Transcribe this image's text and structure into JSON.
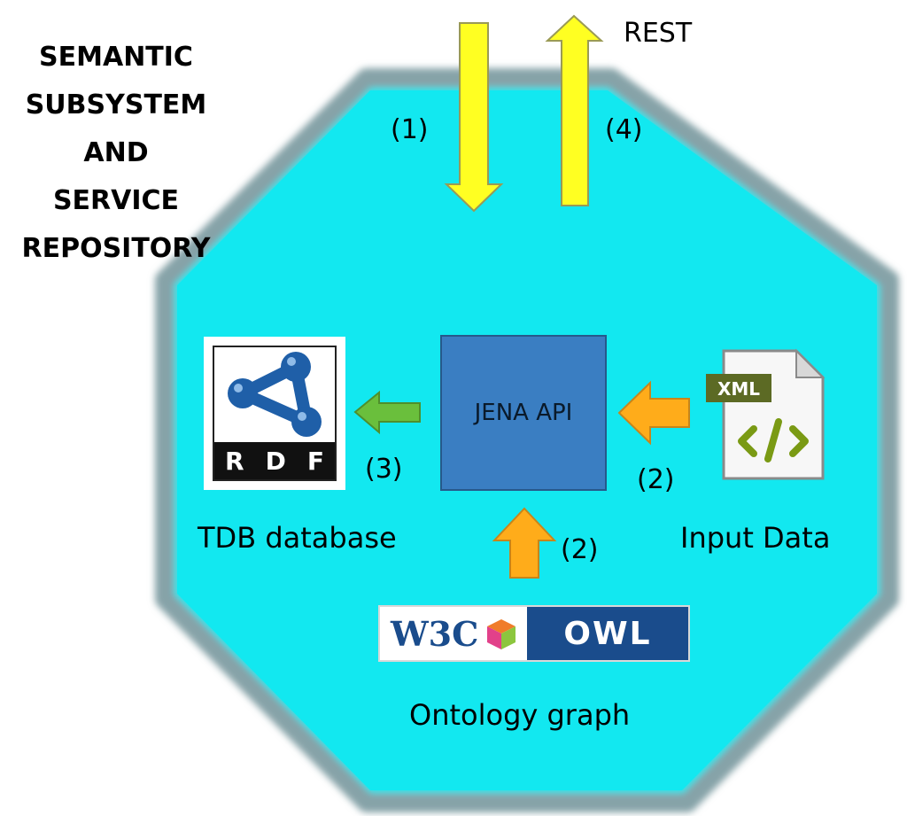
{
  "title_lines": [
    "SEMANTIC",
    "SUBSYSTEM",
    "AND",
    "SERVICE",
    "REPOSITORY"
  ],
  "rest_label": "REST",
  "steps": {
    "request": "(1)",
    "response": "(4)",
    "store": "(3)",
    "input_right": "(2)",
    "input_bottom": "(2)"
  },
  "jena_label": "JENA API",
  "tdb_label": "TDB database",
  "input_label": "Input Data",
  "ontology_label": "Ontology graph",
  "rdf_logo_letters": [
    "R",
    "D",
    "F"
  ],
  "xml_badge": "XML",
  "owl_logo": {
    "w3c": "W3C",
    "owl": "OWL"
  },
  "colors": {
    "octagon_fill": "#16e6ee",
    "octagon_border": "#7f9ea4",
    "rest_arrows": "#ffff22",
    "input_arrows": "#ffac1a",
    "store_arrow": "#6abf3c",
    "jena_box": "#3a7ec2",
    "rdf_nodes": "#1f5fa8",
    "owl_banner": "#1a4c8c"
  },
  "icons": [
    "rdf-logo",
    "xml-file-icon",
    "w3c-owl-logo"
  ]
}
